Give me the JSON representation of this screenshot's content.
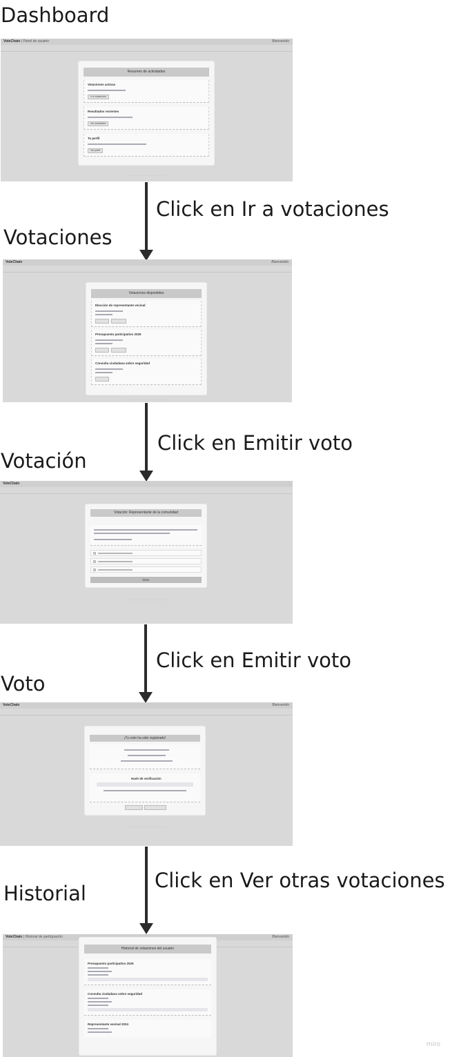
{
  "stages": [
    {
      "title": "Dashboard"
    },
    {
      "title": "Votaciones"
    },
    {
      "title": "Votación"
    },
    {
      "title": "Voto"
    },
    {
      "title": "Historial"
    }
  ],
  "transitions": [
    {
      "label": "Click en Ir a votaciones"
    },
    {
      "label": "Click en Emitir voto"
    },
    {
      "label": "Click en Emitir voto"
    },
    {
      "label": "Click en Ver otras votaciones"
    }
  ],
  "screens": {
    "dashboard": {
      "brand": "VoteChain",
      "subtitle": "| Panel de usuario",
      "user": "Bienvenido",
      "card_title": "Resumen de actividades",
      "sections": [
        {
          "title": "Votaciones activas",
          "button": "Ir a votaciones"
        },
        {
          "title": "Resultados recientes",
          "button": "Ver resultados"
        },
        {
          "title": "Tu perfil",
          "button": "Ver perfil"
        }
      ]
    },
    "votaciones": {
      "brand": "VoteChain",
      "user": "Bienvenido",
      "card_title": "Votaciones disponibles",
      "sections": [
        {
          "title": "Elección de representante vecinal"
        },
        {
          "title": "Presupuesto participativo 2025"
        },
        {
          "title": "Consulta ciudadana sobre seguridad"
        }
      ]
    },
    "votacion": {
      "brand": "VoteChain",
      "card_title": "Votación: Representante de la comunidad",
      "button": "Votar"
    },
    "voto": {
      "brand": "VoteChain",
      "user": "Bienvenido",
      "card_title": "¡Tu voto ha sido registrado!",
      "hash_title": "Hash de verificación"
    },
    "historial": {
      "brand": "VoteChain",
      "subtitle": "| Historial de participación",
      "user": "Bienvenido",
      "card_title": "Historial de votaciones del usuario",
      "sections": [
        {
          "title": "Presupuesto participativo 2025"
        },
        {
          "title": "Consulta ciudadana sobre seguridad"
        },
        {
          "title": "Representante vecinal 2024"
        }
      ]
    }
  },
  "watermark": "miro"
}
